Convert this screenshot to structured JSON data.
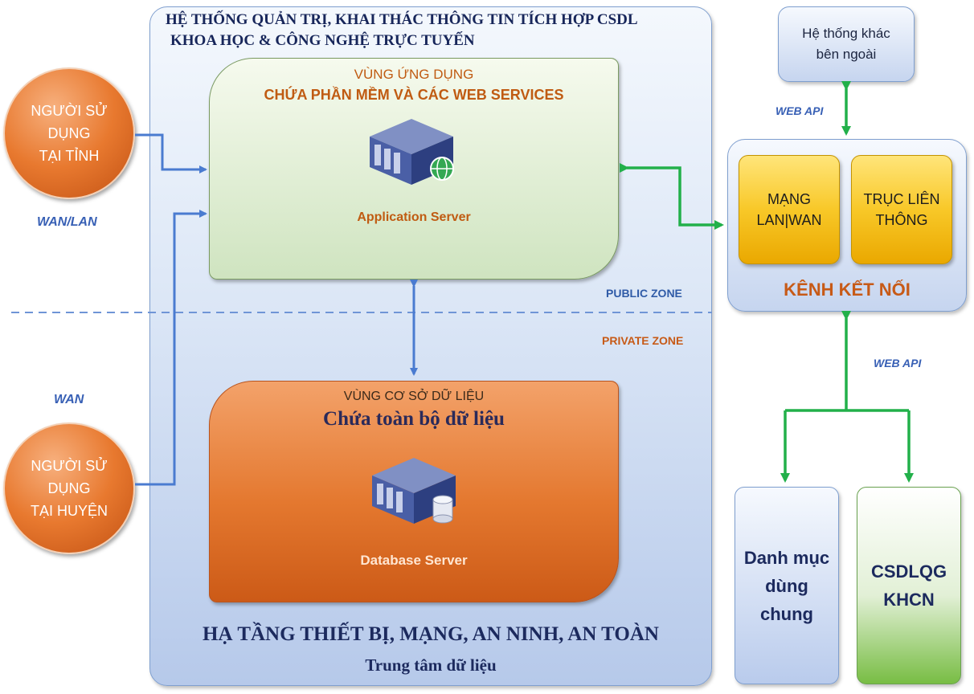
{
  "system": {
    "title_line1": "HỆ THỐNG QUẢN TRỊ, KHAI THÁC THÔNG TIN TÍCH HỢP CSDL",
    "title_line2": "KHOA HỌC & CÔNG NGHỆ TRỰC TUYẾN"
  },
  "app_zone": {
    "subtitle": "VÙNG ỨNG DỤNG",
    "title": "CHỨA PHẦN MỀM VÀ CÁC WEB SERVICES",
    "server_label": "Application Server",
    "server_icon": "web-server-icon"
  },
  "db_zone": {
    "subtitle": "VÙNG CƠ SỞ DỮ LIỆU",
    "title": "Chứa toàn bộ dữ liệu",
    "server_label": "Database Server",
    "server_icon": "database-server-icon"
  },
  "zones": {
    "public": "PUBLIC ZONE",
    "private": "PRIVATE ZONE"
  },
  "infrastructure": {
    "title": "HẠ TẦNG THIẾT BỊ, MẠNG, AN NINH, AN TOÀN",
    "subtitle": "Trung tâm dữ liệu"
  },
  "users": {
    "province": [
      "NGƯỜI SỬ",
      "DỤNG",
      "TẠI TỈNH"
    ],
    "district": [
      "NGƯỜI SỬ",
      "DỤNG",
      "TẠI HUYỆN"
    ]
  },
  "networks": {
    "wan_lan": "WAN/LAN",
    "wan": "WAN"
  },
  "external": {
    "line1": "Hệ thống khác",
    "line2": "bên ngoài"
  },
  "api": {
    "top": "WEB API",
    "bottom": "WEB API"
  },
  "channel": {
    "title": "KÊNH KẾT NỐI",
    "box1": [
      "MẠNG",
      "LAN|WAN"
    ],
    "box2": [
      "TRỤC LIÊN",
      "THÔNG"
    ]
  },
  "catalog": [
    "Danh mục",
    "dùng",
    "chung"
  ],
  "national_db": [
    "CSDLQG",
    "KHCN"
  ],
  "colors": {
    "blue_connector": "#4a7bd0",
    "green_connector": "#22b04a",
    "orange_accent": "#c75a17"
  }
}
